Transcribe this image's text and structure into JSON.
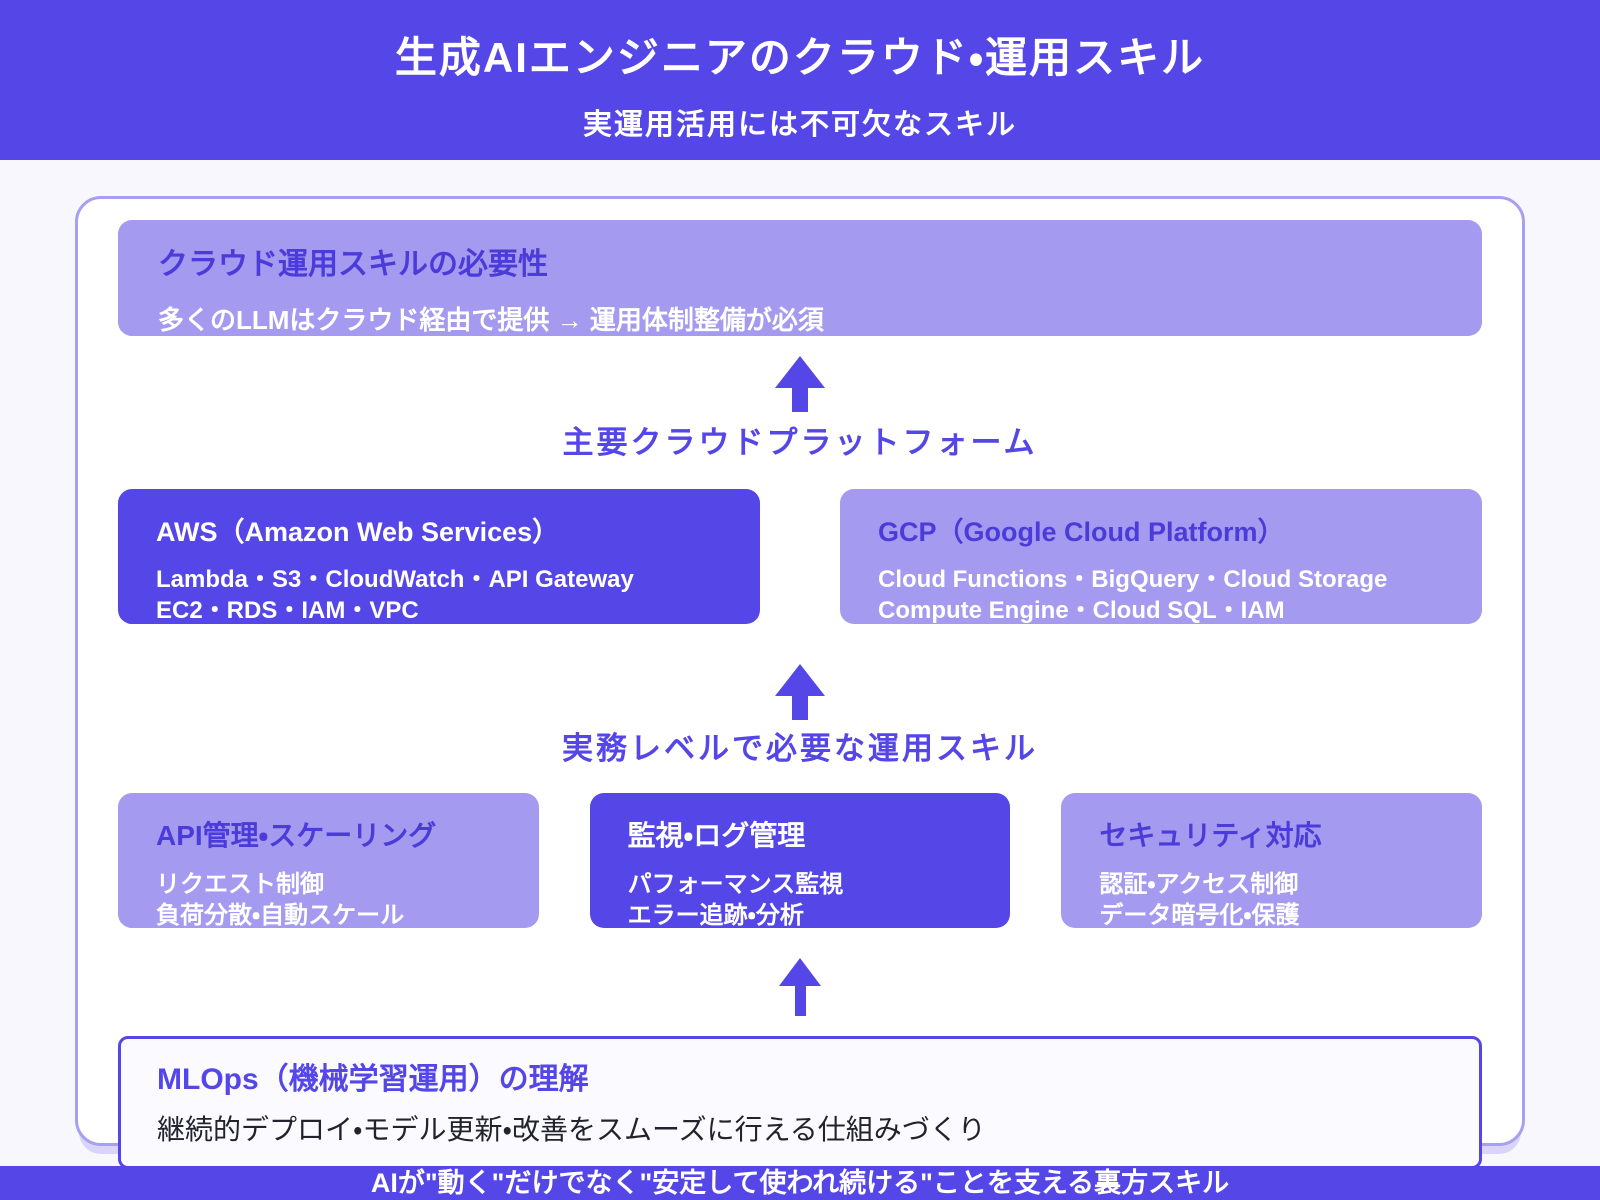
{
  "header": {
    "title": "生成AIエンジニアのクラウド・運用スキル",
    "subtitle": "実運用活用には不可欠なスキル"
  },
  "necessity": {
    "title": "クラウド運用スキルの必要性",
    "body": "多くのLLMはクラウド経由で提供 → 運用体制整備が必須"
  },
  "platforms": {
    "heading": "主要クラウドプラットフォーム",
    "aws": {
      "title": "AWS（Amazon Web Services）",
      "line1": "Lambda・S3・CloudWatch・API Gateway",
      "line2": "EC2・RDS・IAM・VPC"
    },
    "gcp": {
      "title": "GCP（Google Cloud Platform）",
      "line1": "Cloud Functions・BigQuery・Cloud Storage",
      "line2": "Compute Engine・Cloud SQL・IAM"
    }
  },
  "skills": {
    "heading": "実務レベルで必要な運用スキル",
    "items": [
      {
        "title": "API管理・スケーリング",
        "line1": "リクエスト制御",
        "line2": "負荷分散・自動スケール"
      },
      {
        "title": "監視・ログ管理",
        "line1": "パフォーマンス監視",
        "line2": "エラー追跡・分析"
      },
      {
        "title": "セキュリティ対応",
        "line1": "認証・アクセス制御",
        "line2": "データ暗号化・保護"
      }
    ]
  },
  "mlops": {
    "title": "MLOps（機械学習運用）の理解",
    "body": "継続的デプロイ・モデル更新・改善をスムーズに行える仕組みづくり"
  },
  "footer": {
    "text": "AIが\"動く\"だけでなく\"安定して使われ続ける\"ことを支える裏方スキル"
  },
  "colors": {
    "brand_purple": "#5546E8",
    "light_purple": "#A49AF0",
    "title_on_light": "#4B3BD8",
    "page_background": "#F7F7FD",
    "container_border": "#A79FF2",
    "text_white": "#FFFFFF",
    "mlops_body_text": "#23232E"
  }
}
